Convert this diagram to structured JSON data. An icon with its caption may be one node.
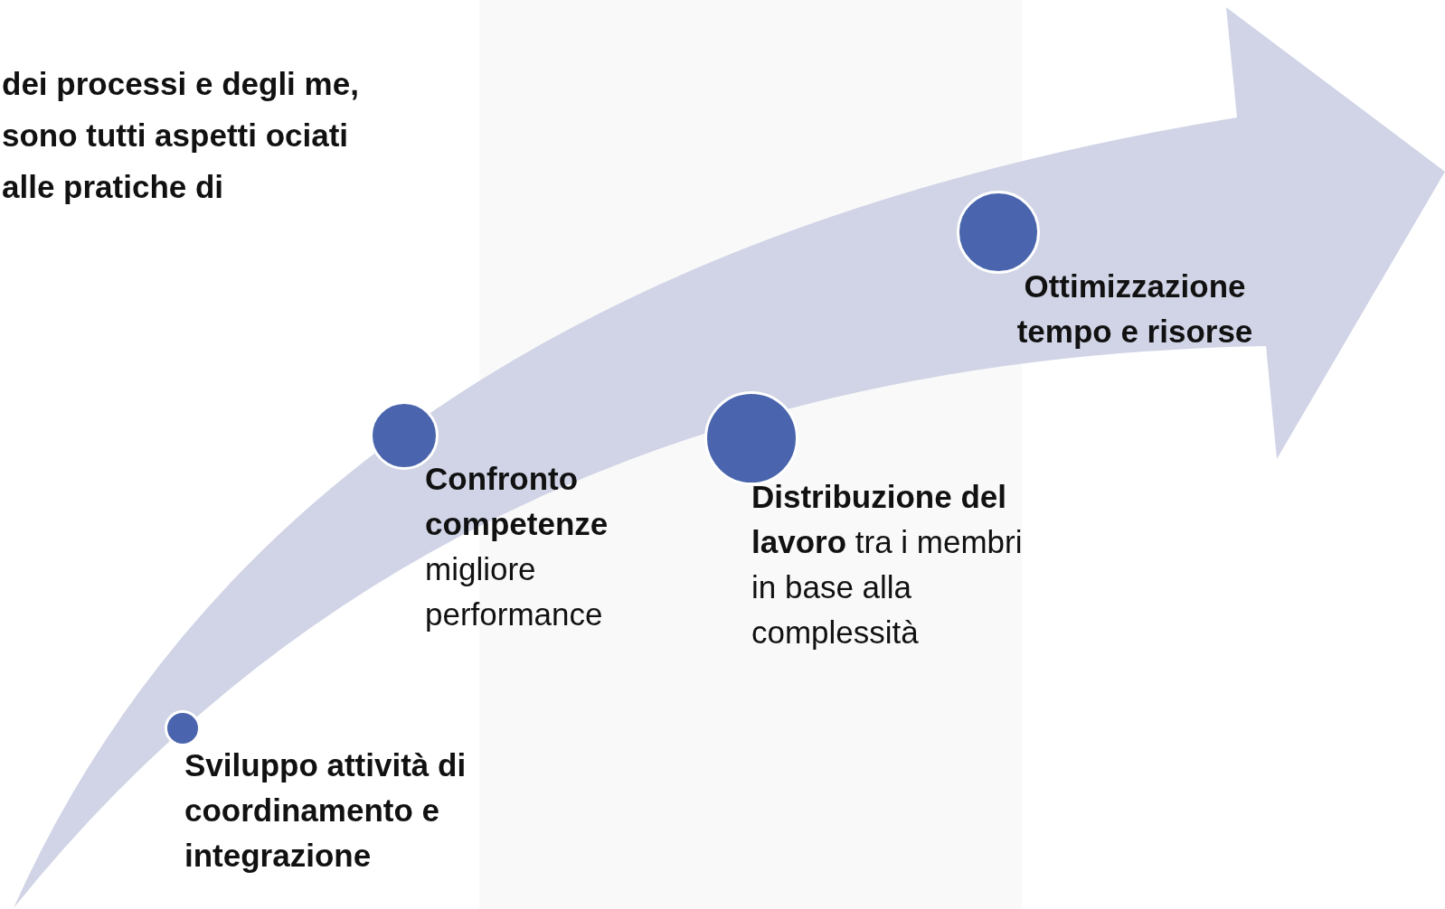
{
  "diagram": {
    "nodes": [
      {
        "text": [],
        "shape": "circle",
        "beside": [
          "Sviluppo attività di coordinamento e integrazione"
        ]
      },
      {
        "text": [],
        "shape": "circle",
        "beside": [
          "Confronto competenze",
          "migliore performance"
        ]
      },
      {
        "text": [],
        "shape": "circle",
        "beside": [
          "**Distribuzione del lavoro** tra i membri in base alla complessità"
        ]
      },
      {
        "text": [],
        "shape": "circle",
        "beside": [
          "Ottimizzazione tempo e risorse"
        ]
      }
    ],
    "labels": [
      "dei processi e degli me, sono tutti aspetti ociati alle pratiche di"
    ]
  }
}
